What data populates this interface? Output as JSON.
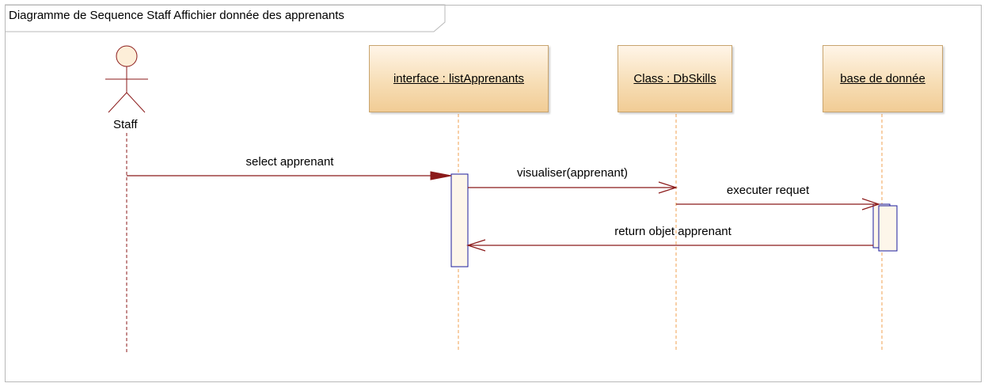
{
  "diagram": {
    "title": "Diagramme de Sequence Staff Affichier donnée des apprenants",
    "actor": {
      "label": "Staff"
    },
    "lifelines": [
      {
        "id": "interface",
        "label": "interface : listApprenants"
      },
      {
        "id": "dbskills",
        "label": "Class : DbSkills"
      },
      {
        "id": "db",
        "label": "base de donnée"
      }
    ],
    "messages": [
      {
        "from": "Staff",
        "to": "interface",
        "label": "select apprenant",
        "kind": "sync"
      },
      {
        "from": "interface",
        "to": "dbskills",
        "label": "visualiser(apprenant)",
        "kind": "call"
      },
      {
        "from": "dbskills",
        "to": "db",
        "label": "executer requet",
        "kind": "call"
      },
      {
        "from": "db",
        "to": "interface",
        "label": "return objet apprenant",
        "kind": "return"
      }
    ],
    "colors": {
      "message_line": "#8b1a1a",
      "actor_lifeline": "#8b1a1a",
      "object_lifeline": "#f0a050",
      "activation_border": "#1c1c9c",
      "activation_fill": "#fdf6ea",
      "lifeline_box_border": "#c8a46e",
      "actor_head_fill": "#fdeed8"
    }
  }
}
